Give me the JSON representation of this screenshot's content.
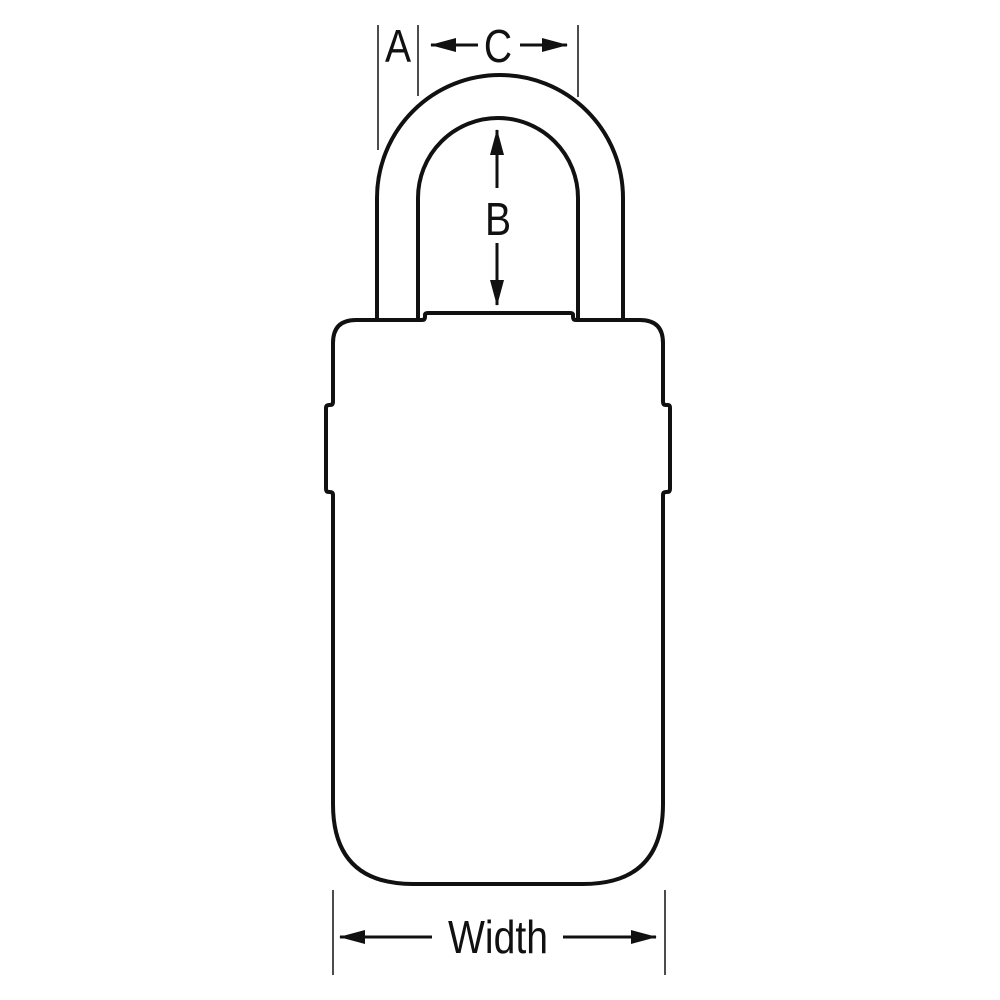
{
  "labels": {
    "a": "A",
    "b": "B",
    "c": "C",
    "width": "Width"
  },
  "colors": {
    "stroke": "#111111",
    "background": "#ffffff"
  }
}
